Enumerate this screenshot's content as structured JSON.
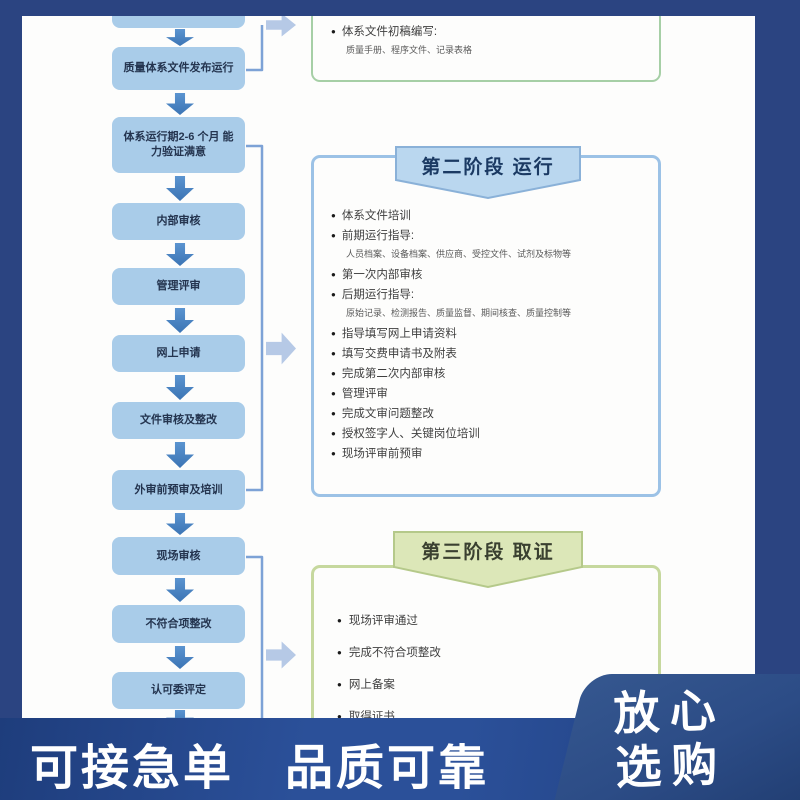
{
  "flow": {
    "boxes": [
      {
        "label": ""
      },
      {
        "label": "质量体系文件发布运行"
      },
      {
        "label": "体系运行期2-6 个月 能力验证满意"
      },
      {
        "label": "内部审核"
      },
      {
        "label": "管理评审"
      },
      {
        "label": "网上申请"
      },
      {
        "label": "文件审核及整改"
      },
      {
        "label": "外审前预审及培训"
      },
      {
        "label": "现场审核"
      },
      {
        "label": "不符合项整改"
      },
      {
        "label": "认可委评定"
      }
    ]
  },
  "panels": {
    "stage1": {
      "items": [
        {
          "text": "体系文件初稿编写:"
        },
        {
          "text": "质量手册、程序文件、记录表格"
        }
      ]
    },
    "stage2": {
      "title": "第二阶段  运行",
      "items": [
        {
          "text": "体系文件培训"
        },
        {
          "text": "前期运行指导:"
        },
        {
          "text": "人员档案、设备档案、供应商、受控文件、试剂及标物等"
        },
        {
          "text": "第一次内部审核"
        },
        {
          "text": "后期运行指导:"
        },
        {
          "text": "原始记录、检测报告、质量监督、期间核查、质量控制等"
        },
        {
          "text": "指导填写网上申请资料"
        },
        {
          "text": "填写交费申请书及附表"
        },
        {
          "text": "完成第二次内部审核"
        },
        {
          "text": "管理评审"
        },
        {
          "text": "完成文审问题整改"
        },
        {
          "text": "授权签字人、关键岗位培训"
        },
        {
          "text": "现场评审前预审"
        }
      ]
    },
    "stage3": {
      "title": "第三阶段  取证",
      "items": [
        {
          "text": "现场评审通过"
        },
        {
          "text": "完成不符合项整改"
        },
        {
          "text": "网上备案"
        },
        {
          "text": "取得证书"
        }
      ]
    }
  },
  "footer": {
    "banner_text": "可接急单　品质可靠",
    "badge_line1": "放心",
    "badge_line2": "选购"
  },
  "colors": {
    "frame_navy": "#2b4481",
    "flow_box_fill": "#a9cce9",
    "flow_arrow_blue": "#3b74b4",
    "connector_blue": "#7da2d6",
    "stage1_border_green": "#a6cfa6",
    "stage2_border_blue": "#9cc2e6",
    "stage2_ribbon_fill": "#bad7ef",
    "stage3_border_green": "#c6d89e",
    "stage3_ribbon_fill": "#dce7b8",
    "footer_banner_navy": "#2b5099",
    "badge_navy": "#2c4c86"
  }
}
